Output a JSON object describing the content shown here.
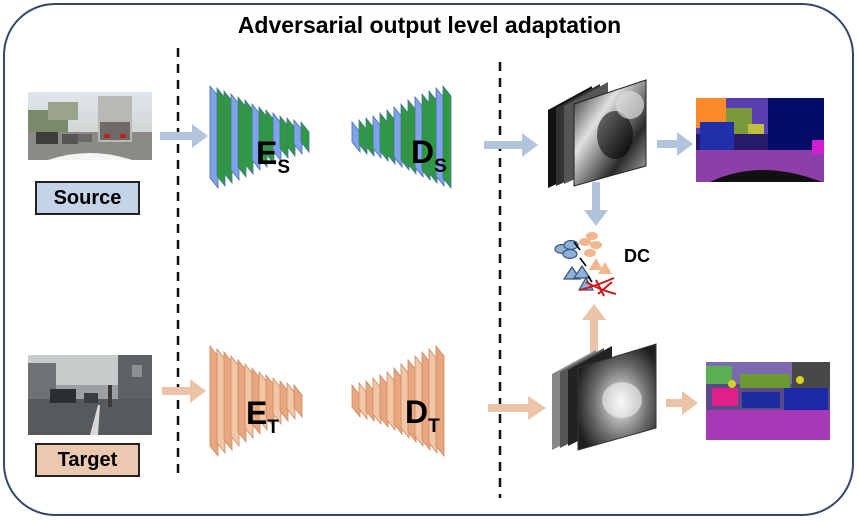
{
  "title": "Adversarial output level adaptation",
  "source_label": "Source",
  "target_label": "Target",
  "encoder_source": {
    "main": "E",
    "sub": "S"
  },
  "decoder_source": {
    "main": "D",
    "sub": "S"
  },
  "encoder_target": {
    "main": "E",
    "sub": "T"
  },
  "decoder_target": {
    "main": "D",
    "sub": "T"
  },
  "discriminator_label": "DC",
  "colors": {
    "frame": "#33476b",
    "source_fill": "#c5d3e6",
    "target_fill": "#ebc9b1",
    "source_arrow": "#b2c3dc",
    "target_arrow": "#ebc3a6",
    "source_layer_green": "#2e9a3c",
    "source_layer_blue": "#7ea3e6",
    "target_layer": "#e9a780",
    "disc_red": "#c81d1d"
  }
}
